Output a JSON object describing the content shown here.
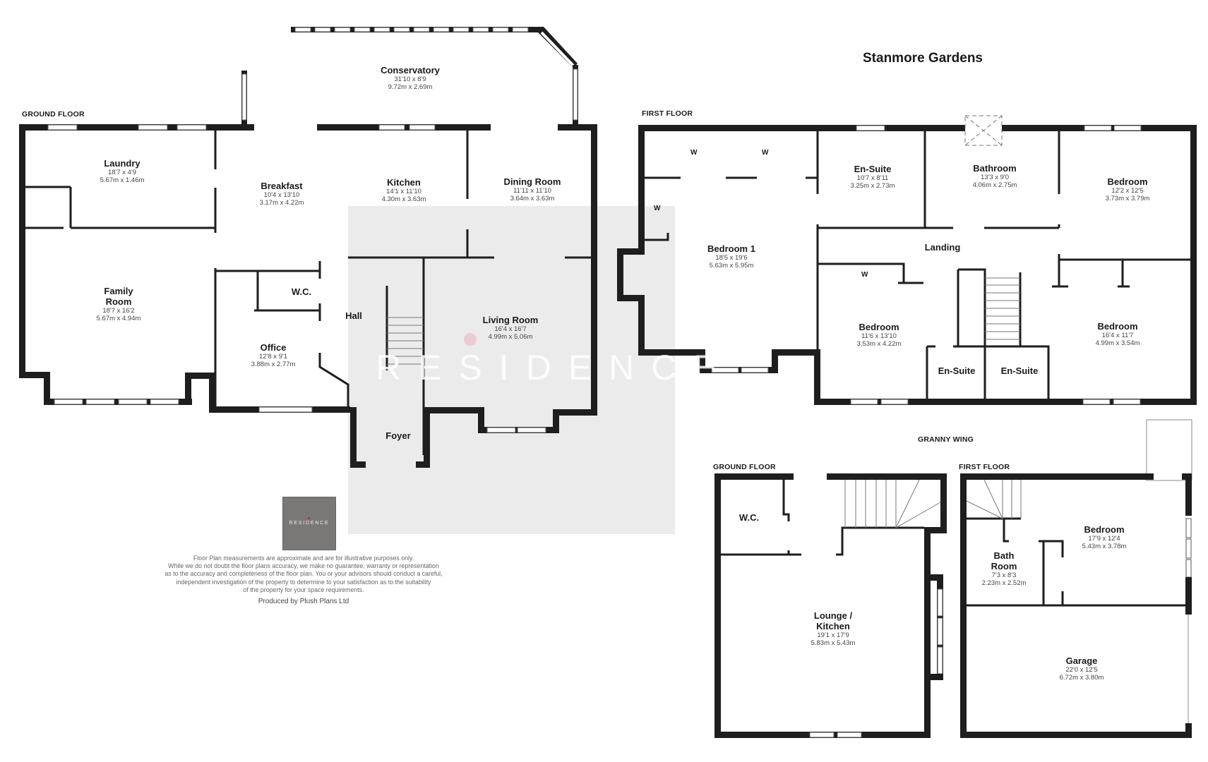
{
  "header": {
    "title": "Stanmore Gardens"
  },
  "main_house": {
    "ground_floor": {
      "label": "GROUND FLOOR",
      "rooms": [
        {
          "name": "Laundry",
          "imperial": "18'7 x 4'9",
          "metric": "5.67m x 1.46m"
        },
        {
          "name": "Conservatory",
          "imperial": "31'10 x 8'9",
          "metric": "9.72m x 2.69m"
        },
        {
          "name": "Breakfast",
          "imperial": "10'4 x 13'10",
          "metric": "3.17m x 4.22m"
        },
        {
          "name": "Kitchen",
          "imperial": "14'1 x 11'10",
          "metric": "4.30m x 3.63m"
        },
        {
          "name": "Dining Room",
          "imperial": "11'11 x 11'10",
          "metric": "3.64m x 3.63m"
        },
        {
          "name": "Family Room",
          "imperial": "18'7 x 16'2",
          "metric": "5.67m x 4.94m"
        },
        {
          "name": "W.C.",
          "imperial": "",
          "metric": ""
        },
        {
          "name": "Hall",
          "imperial": "",
          "metric": ""
        },
        {
          "name": "Office",
          "imperial": "12'8 x 9'1",
          "metric": "3.88m x 2.77m"
        },
        {
          "name": "Living Room",
          "imperial": "16'4 x 16'7",
          "metric": "4.99m x 5.06m"
        },
        {
          "name": "Foyer",
          "imperial": "",
          "metric": ""
        }
      ]
    },
    "first_floor": {
      "label": "FIRST FLOOR",
      "wardrobe_marker": "W",
      "rooms": [
        {
          "name": "En-Suite",
          "imperial": "10'7 x 8'11",
          "metric": "3.25m x 2.73m"
        },
        {
          "name": "Bathroom",
          "imperial": "13'3 x 9'0",
          "metric": "4.06m x 2.75m"
        },
        {
          "name": "Bedroom",
          "imperial": "12'2 x 12'5",
          "metric": "3.73m x 3.79m"
        },
        {
          "name": "Bedroom 1",
          "imperial": "18'5 x 19'6",
          "metric": "5.63m x 5.95m"
        },
        {
          "name": "Landing",
          "imperial": "",
          "metric": ""
        },
        {
          "name": "Bedroom",
          "imperial": "11'6 x 13'10",
          "metric": "3.53m x 4.22m"
        },
        {
          "name": "Bedroom",
          "imperial": "16'4 x 11'7",
          "metric": "4.99m x 3.54m"
        },
        {
          "name": "En-Suite",
          "imperial": "",
          "metric": ""
        },
        {
          "name": "En-Suite",
          "imperial": "",
          "metric": ""
        }
      ]
    }
  },
  "granny_wing": {
    "label": "GRANNY WING",
    "ground_floor": {
      "label": "GROUND FLOOR",
      "rooms": [
        {
          "name": "W.C.",
          "imperial": "",
          "metric": ""
        },
        {
          "name": "Lounge / Kitchen",
          "name_line1": "Lounge /",
          "name_line2": "Kitchen",
          "imperial": "19'1 x 17'9",
          "metric": "5.83m x 5.43m"
        }
      ]
    },
    "first_floor": {
      "label": "FIRST FLOOR",
      "rooms": [
        {
          "name": "Bedroom",
          "imperial": "17'9 x 12'4",
          "metric": "5.43m x 3.78m"
        },
        {
          "name": "Bath Room",
          "name_line1": "Bath",
          "name_line2": "Room",
          "imperial": "7'3 x 8'3",
          "metric": "2.23m x 2.52m"
        },
        {
          "name": "Garage",
          "imperial": "22'0 x 12'5",
          "metric": "6.72m x 3.80m"
        }
      ]
    }
  },
  "family_room_lines": {
    "line1": "Family",
    "line2": "Room"
  },
  "watermark": {
    "text": "RESIDENCE"
  },
  "logo": {
    "text": "RESIDENCE"
  },
  "footer": {
    "disclaimer": [
      "Floor Plan measurements are approximate and are for illustrative purposes only.",
      "While we do not doubt the floor plans accuracy, we make no guarantee, warranty or representation",
      "as to the accuracy and completeness of the floor plan. You or your advisors should conduct a careful,",
      "independent investigation of the property to determine to your satisfaction as to the suitability",
      "of the property for your space requirements."
    ],
    "producer": "Produced by Plush Plans Ltd"
  },
  "colors": {
    "wall": "#1e1e1e",
    "window_fill": "#ffffff",
    "watermark_box": "#e4e4e4",
    "logo_bg": "#7a7876",
    "logo_dot": "#b0304a"
  }
}
